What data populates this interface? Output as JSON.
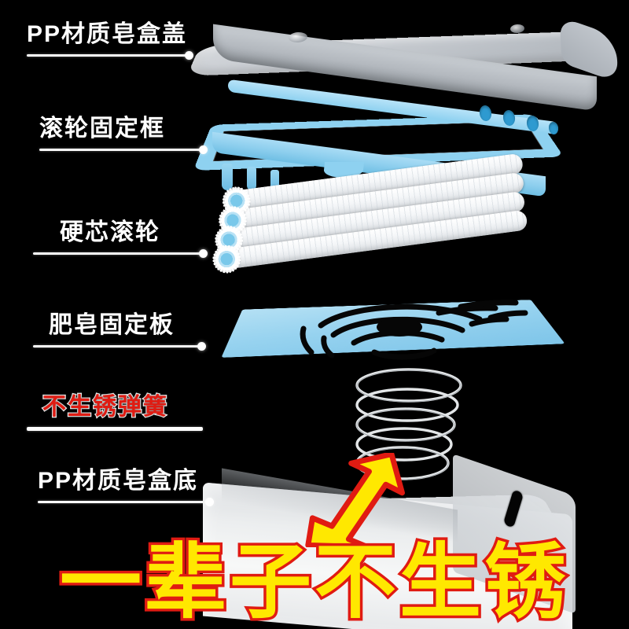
{
  "image": {
    "background_color": "#000000",
    "type": "exploded-product-diagram",
    "product": "soap box with rollers"
  },
  "callouts": [
    {
      "id": "lid",
      "label": "PP材质皂盒盖",
      "style": "white",
      "underline": true,
      "has_knob": true
    },
    {
      "id": "frame",
      "label": "滚轮固定框",
      "style": "white",
      "underline": true,
      "has_knob": true
    },
    {
      "id": "rollers",
      "label": "硬芯滚轮",
      "style": "white",
      "underline": true,
      "has_knob": true
    },
    {
      "id": "plate",
      "label": "肥皂固定板",
      "style": "white",
      "underline": true,
      "has_knob": true
    },
    {
      "id": "spring",
      "label": "不生锈弹簧",
      "style": "red-outlined",
      "underline": true,
      "has_knob": false,
      "text_color": "#e01b12",
      "stroke_color": "#ffffff"
    },
    {
      "id": "base",
      "label": "PP材质皂盒底",
      "style": "white",
      "underline": true,
      "has_knob": true
    }
  ],
  "parts": {
    "lid": {
      "name": "soap box lid",
      "color": "#c8ccd1",
      "material": "PP"
    },
    "frame": {
      "name": "roller fixing frame",
      "color": "#8ed1f0",
      "hole_count": 4
    },
    "rollers": {
      "name": "hard core rollers",
      "color": "#ffffff",
      "gear_color": "#79c8ea",
      "count": 4
    },
    "plate": {
      "name": "soap fixing plate",
      "color": "#96d2ef"
    },
    "spring": {
      "name": "rust-free spring",
      "color": "#d7dadd",
      "coil_turns": 5
    },
    "base": {
      "name": "soap box base",
      "color": "#eceeef",
      "material": "PP"
    }
  },
  "arrow": {
    "name": "highlight arrow pointing to spring",
    "fill_color": "#ffe800",
    "stroke_color": "#e01b12",
    "direction": "up-right"
  },
  "banner": {
    "text": "一辈子不生锈",
    "fill_color": "#ffe800",
    "stroke_color": "#e01b12"
  }
}
